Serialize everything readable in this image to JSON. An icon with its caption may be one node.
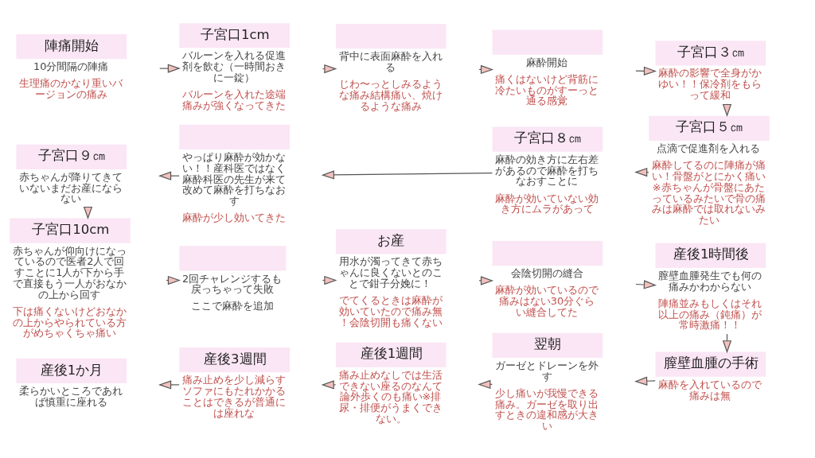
{
  "diagram": {
    "nodes": [
      {
        "text": [
          "陣痛開始",
          "10分間隔の陣痛",
          "生理痛のかなり重いバージョンの痛み"
        ]
      },
      {
        "text": [
          "子宮口1cm",
          "バルーンを入れる促進剤を飲む（一時間おきに一錠）",
          "バルーンを入れた途端痛みが強くなってきた"
        ]
      },
      {
        "text": [
          "背中に表面麻酔を入れる",
          "じわ〜っとしみるような痛み結構痛い、焼けるような痛み"
        ]
      },
      {
        "text": [
          "麻酔開始",
          "痛くはないけど背筋に冷たいものがすーっと通る感覚"
        ]
      },
      {
        "text": [
          "子宮口３㎝",
          "麻酔の影響で全身がかゆい！！保冷剤をもらって緩和"
        ]
      },
      {
        "text": [
          "子宮口５㎝",
          "点滴で促進剤を入れる",
          "麻酔してるのに陣痛が痛い！骨盤がとにかく痛い※赤ちゃんが骨盤にあたっているみたいで骨の痛みは麻酔では取れないみたい"
        ]
      },
      {
        "text": [
          "子宮口８㎝",
          "麻酔の効き方に左右差があるので麻酔を打ちなおすことに",
          "麻酔が効いていない効き方にムラがあって"
        ]
      },
      {
        "text": [
          "やっぱり麻酔が効かない！！産科医ではなく麻酔科医の先生が来て改めて麻酔を打ちなおす",
          "麻酔が少し効いてきた"
        ]
      },
      {
        "text": [
          "子宮口９㎝",
          "赤ちゃんが降りてきていないまだお産にならない"
        ]
      },
      {
        "text": [
          "子宮口10cm",
          "赤ちゃんが仰向けになっているので医者2人で回すことに1人が下から手で直接もう一人がおなかの上から回す",
          "下は痛くないけどおなかの上からやられている方がめちゃくちゃ痛い"
        ]
      },
      {
        "text": [
          "2回チャレンジするも戻っちゃって失敗",
          "ここで麻酔を追加"
        ]
      },
      {
        "text": [
          "お産",
          "用水が濁ってきて赤ちゃんに良くないとのことで鉗子分娩に！",
          "でてくるときは麻酔が効いていたので痛み無！会陰切開も痛くない"
        ]
      },
      {
        "text": [
          "会陰切開の縫合",
          "麻酔が効いているので痛みはない30分ぐらい縫合してた"
        ]
      },
      {
        "text": [
          "産後1時間後",
          "膣壁血腫発生でも何の痛みかわからない",
          "陣痛並みもしくはそれ以上の痛み（鈍痛）が常時激痛！！"
        ]
      },
      {
        "text": [
          "膣壁血腫の手術",
          "麻酔を入れているので痛みは無"
        ]
      },
      {
        "text": [
          "翌朝",
          "ガーゼとドレーンを外す",
          "少し痛いが我慢できる痛み。ガーゼを取り出すときの違和感が大きい"
        ]
      },
      {
        "text": [
          "産後1週間",
          "痛み止めなしでは生活できない座るのなんて論外歩くのも痛い※排尿・排便がうまくできない。"
        ]
      },
      {
        "text": [
          "産後3週間",
          "痛み止めを少し減らすソファにもたれかかることはできるが普通には座れな"
        ]
      },
      {
        "text": [
          "産後1か月",
          "柔らかいところであれば慎重に座れる"
        ]
      }
    ],
    "edges": [
      {
        "from": 0,
        "to": 1,
        "arrow": "to"
      },
      {
        "from": 1,
        "to": 2,
        "arrow": "to"
      },
      {
        "from": 2,
        "to": 3,
        "arrow": "to"
      },
      {
        "from": 3,
        "to": 4,
        "arrow": "to"
      },
      {
        "from": 4,
        "to": 5,
        "arrow": "to"
      },
      {
        "from": 5,
        "to": 6,
        "arrow": "to"
      },
      {
        "from": 6,
        "to": 7,
        "arrow": "to"
      },
      {
        "from": 7,
        "to": 8,
        "arrow": "to"
      },
      {
        "from": 8,
        "to": 9,
        "arrow": "to"
      },
      {
        "from": 9,
        "to": 10,
        "arrow": "to"
      },
      {
        "from": 10,
        "to": 11,
        "arrow": "to"
      },
      {
        "from": 11,
        "to": 12,
        "arrow": "to"
      },
      {
        "from": 12,
        "to": 13,
        "arrow": "to"
      },
      {
        "from": 13,
        "to": 14,
        "arrow": "to"
      },
      {
        "from": 14,
        "to": 15,
        "arrow": "to"
      },
      {
        "from": 15,
        "to": 16,
        "arrow": "to"
      },
      {
        "from": 16,
        "to": 17,
        "arrow": "to"
      },
      {
        "from": 17,
        "to": 18,
        "arrow": "to"
      }
    ]
  }
}
